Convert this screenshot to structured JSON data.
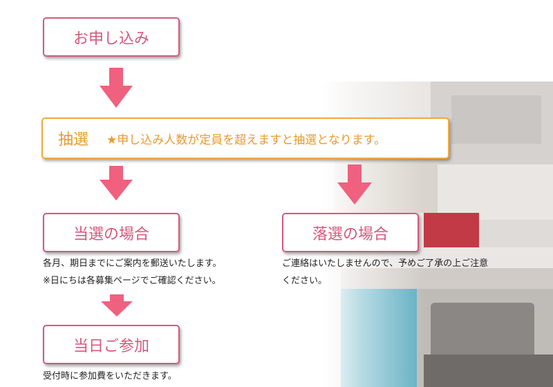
{
  "steps": {
    "apply": "お申し込み",
    "lottery_title": "抽選",
    "lottery_note": "★申し込み人数が定員を超えますと抽選となります。",
    "win_title": "当選の場合",
    "win_desc_1": "各月、期日までにご案内を郵送いたします。",
    "win_desc_2": "※日にちは各募集ページでご確認ください。",
    "lose_title": "落選の場合",
    "lose_desc_1": "ご連絡はいたしませんので、予めご了承の上ご注意",
    "lose_desc_2": "ください。",
    "attend_title": "当日ご参加",
    "attend_desc": "受付時に参加費をいただきます。"
  },
  "colors": {
    "pink": "#d6587c",
    "arrow_pink": "#f0607f",
    "orange": "#f0a93c"
  },
  "icons": [
    "down-arrow-icon",
    "kitchen-photo"
  ]
}
